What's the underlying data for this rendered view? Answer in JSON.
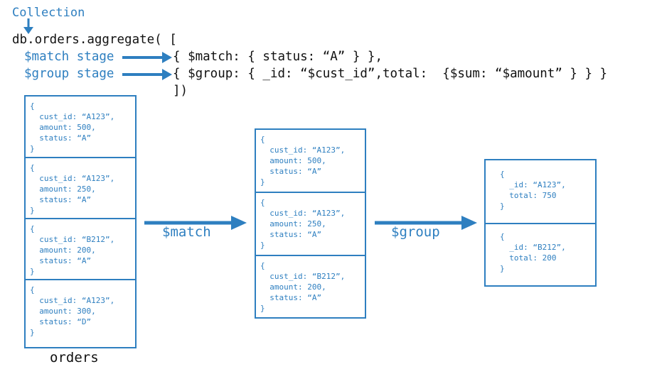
{
  "header": {
    "collection_label": "Collection",
    "line1": "db.orders.aggregate( [",
    "match_label": "$match stage",
    "match_code": "{ $match: { status: “A” } },",
    "group_label": "$group stage",
    "group_code": "{ $group: { _id: “$cust_id”,total:  {$sum: “$amount” } } }",
    "close_line": "])"
  },
  "orders": {
    "label": "orders",
    "docs": [
      "{\n  cust_id: “A123”,\n  amount: 500,\n  status: “A”\n}",
      "{\n  cust_id: “A123”,\n  amount: 250,\n  status: “A”\n}",
      "{\n  cust_id: “B212”,\n  amount: 200,\n  status: “A”\n}",
      "{\n  cust_id: “A123”,\n  amount: 300,\n  status: “D”\n}"
    ]
  },
  "match_stage": {
    "label": "$match",
    "docs": [
      "{\n  cust_id: “A123”,\n  amount: 500,\n  status: “A”\n}",
      "{\n  cust_id: “A123”,\n  amount: 250,\n  status: “A”\n}",
      "{\n  cust_id: “B212”,\n  amount: 200,\n  status: “A”\n}"
    ]
  },
  "group_stage": {
    "label": "$group",
    "docs": [
      "{\n  _id: “A123”,\n  total: 750\n}",
      "{\n  _id: “B212”,\n  total: 200\n}"
    ]
  },
  "colors": {
    "accent": "#2e7fc0",
    "text": "#111111"
  },
  "icons": [
    "arrow-down-icon",
    "arrow-right-icon"
  ]
}
